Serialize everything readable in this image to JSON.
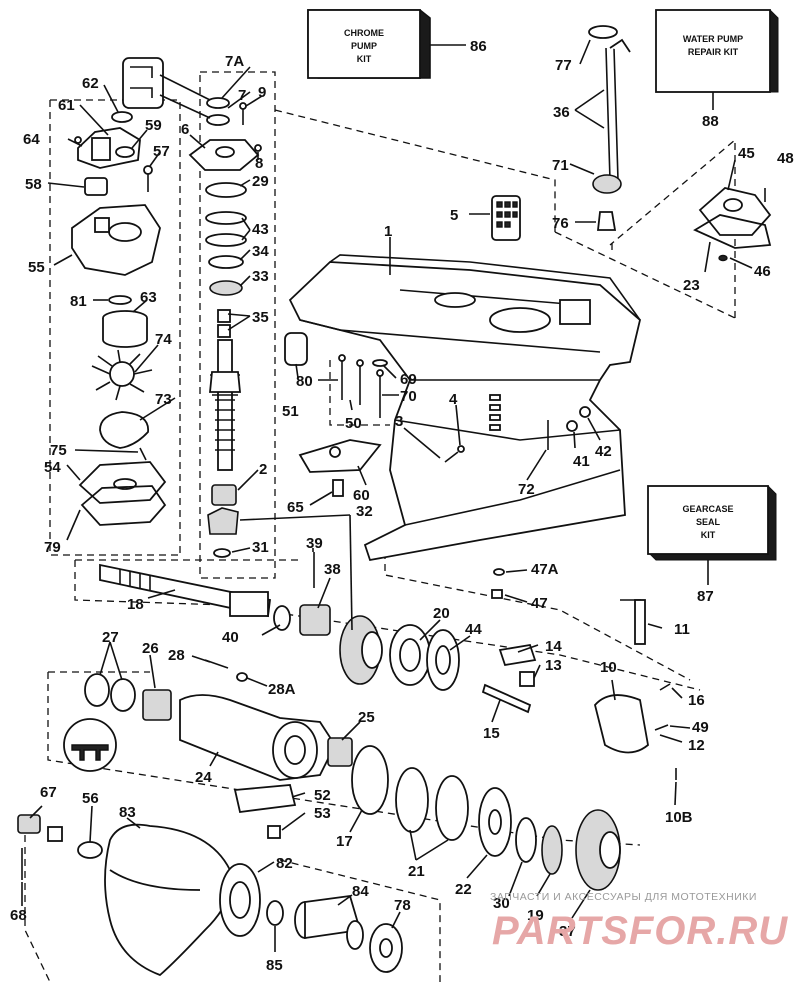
{
  "kits": {
    "chrome": [
      "CHROME",
      "PUMP",
      "KIT"
    ],
    "water": [
      "WATER PUMP",
      "REPAIR KIT"
    ],
    "gearcase": [
      "GEARCASE",
      "SEAL",
      "KIT"
    ]
  },
  "labels": {
    "p1": "1",
    "p2": "2",
    "p3": "3",
    "p4": "4",
    "p5": "5",
    "p6": "6",
    "p7": "7",
    "p7a": "7A",
    "p8": "8",
    "p9": "9",
    "p10": "10",
    "p10b": "10B",
    "p11": "11",
    "p12": "12",
    "p13": "13",
    "p14": "14",
    "p15": "15",
    "p16": "16",
    "p17": "17",
    "p18": "18",
    "p19": "19",
    "p20": "20",
    "p21": "21",
    "p22": "22",
    "p23": "23",
    "p24": "24",
    "p25": "25",
    "p26": "26",
    "p27": "27",
    "p28": "28",
    "p28a": "28A",
    "p29": "29",
    "p30": "30",
    "p31": "31",
    "p32": "32",
    "p33": "33",
    "p34": "34",
    "p35": "35",
    "p36": "36",
    "p37": "37",
    "p38": "38",
    "p39": "39",
    "p40": "40",
    "p41": "41",
    "p42": "42",
    "p43": "43",
    "p44": "44",
    "p45": "45",
    "p46": "46",
    "p47": "47",
    "p47a": "47A",
    "p48": "48",
    "p49": "49",
    "p50": "50",
    "p51": "51",
    "p52": "52",
    "p53": "53",
    "p54": "54",
    "p55": "55",
    "p56": "56",
    "p57": "57",
    "p58": "58",
    "p59": "59",
    "p60": "60",
    "p61": "61",
    "p62": "62",
    "p63": "63",
    "p64": "64",
    "p65": "65",
    "p67": "67",
    "p68": "68",
    "p69": "69",
    "p70": "70",
    "p71": "71",
    "p72": "72",
    "p73": "73",
    "p74": "74",
    "p75": "75",
    "p76": "76",
    "p77": "77",
    "p78": "78",
    "p79": "79",
    "p80": "80",
    "p81": "81",
    "p82": "82",
    "p83": "83",
    "p84": "84",
    "p85": "85",
    "p86": "86",
    "p87": "87",
    "p88": "88"
  },
  "watermark": {
    "line1": "ЗАПЧАСТИ И АКСЕССУАРЫ ДЛЯ МОТОТЕХНИКИ",
    "line2": "PARTSFOR.RU"
  }
}
